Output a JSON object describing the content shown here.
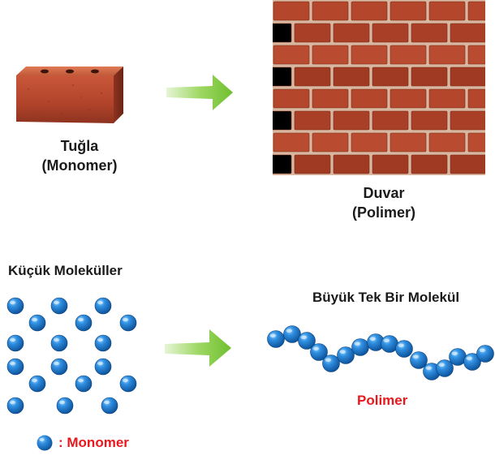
{
  "brick": {
    "name": "Tuğla",
    "role": "(Monomer)"
  },
  "wall": {
    "name": "Duvar",
    "role": "(Polimer)"
  },
  "small_molecules": {
    "title": "Küçük Moleküller"
  },
  "big_molecule": {
    "title": "Büyük Tek Bir Molekül",
    "label": "Polimer"
  },
  "legend": {
    "label": ": Monomer"
  },
  "colors": {
    "arrow": "#7cc93a",
    "brick": "#b4472a",
    "mortar": "#d9b9a3",
    "sphere": "#1a73c9",
    "accent_red": "#e8191c"
  }
}
